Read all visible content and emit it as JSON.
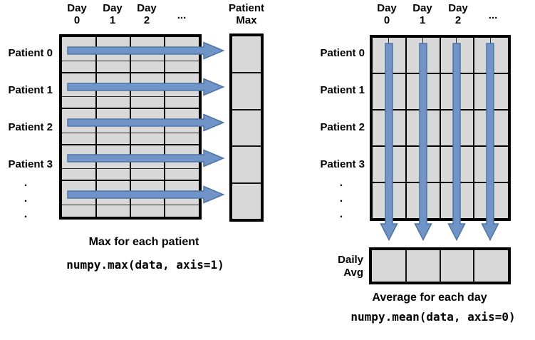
{
  "colors": {
    "background": "#ffffff",
    "cell_fill": "#d9d9d9",
    "grid_line": "#000000",
    "arrow_fill": "#7094c8",
    "arrow_stroke": "#4d74a6",
    "text": "#000000"
  },
  "left": {
    "day_headers": [
      "Day\n0",
      "Day\n1",
      "Day\n2"
    ],
    "day_ellipsis": "...",
    "patient_labels": [
      "Patient 0",
      "Patient 1",
      "Patient 2",
      "Patient 3"
    ],
    "row_dots": ".\n.\n.",
    "output_header": "Patient\nMax",
    "caption": "Max for each patient",
    "code": "numpy.max(data, axis=1)",
    "grid": {
      "patient_bands": 5,
      "day_columns": 4,
      "arrow_direction": "right"
    }
  },
  "right": {
    "day_headers": [
      "Day\n0",
      "Day\n1",
      "Day\n2"
    ],
    "day_ellipsis": "...",
    "patient_labels": [
      "Patient 0",
      "Patient 1",
      "Patient 2",
      "Patient 3"
    ],
    "row_dots": ".\n.\n.",
    "output_label": "Daily\nAvg",
    "caption": "Average for each day",
    "code": "numpy.mean(data, axis=0)",
    "grid": {
      "patient_rows": 5,
      "day_bands": 4,
      "arrow_direction": "down"
    }
  }
}
